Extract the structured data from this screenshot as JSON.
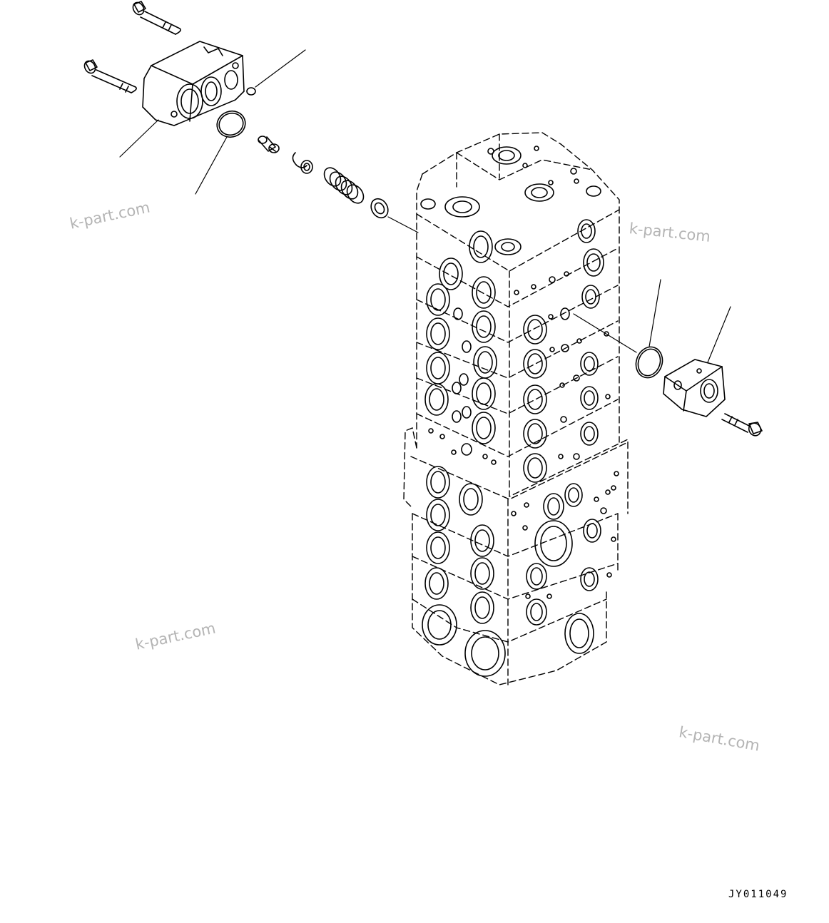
{
  "diagram": {
    "code": "JY011049",
    "watermarks": [
      "k-part.com",
      "k-part.com",
      "k-part.com",
      "k-part.com"
    ],
    "line_color": "#000000",
    "watermark_color": "#b4b4b4",
    "parts": [
      {
        "name": "cover-upper",
        "icon": "cover-plate-icon"
      },
      {
        "name": "bolt",
        "icon": "bolt-icon"
      },
      {
        "name": "o-ring-large",
        "icon": "o-ring-icon"
      },
      {
        "name": "o-ring-small",
        "icon": "o-ring-icon"
      },
      {
        "name": "poppet",
        "icon": "poppet-icon"
      },
      {
        "name": "retainer",
        "icon": "ring-icon"
      },
      {
        "name": "spring",
        "icon": "spring-icon"
      },
      {
        "name": "seat",
        "icon": "washer-icon"
      },
      {
        "name": "valve-body",
        "icon": "valve-block-icon"
      },
      {
        "name": "cover-lower",
        "icon": "cover-plate-icon"
      }
    ]
  }
}
